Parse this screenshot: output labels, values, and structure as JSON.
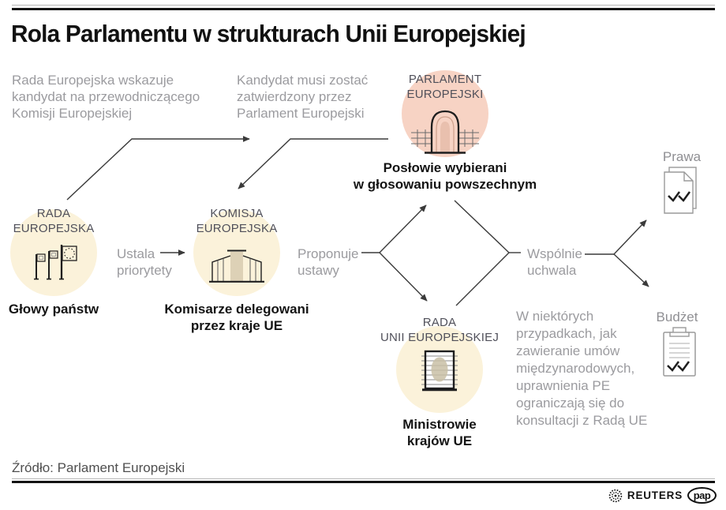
{
  "title": "Rola Parlamentu w strukturach Unii Europejskiej",
  "colors": {
    "parliament_circle": "#f7d3c4",
    "council_circles": "#fbf2da",
    "annotation_gray": "#9b9b9f",
    "label_gray": "#50505a",
    "caption_black": "#141414",
    "arrow": "#3a3a3a"
  },
  "annotations": {
    "council_nominates": "Rada Europejska wskazuje\nkandydat na przewodniczącego\nKomisji Europejskiej",
    "candidate_approved": "Kandydat musi zostać\nzatwierdzony przez\nParlament Europejski",
    "consultation_note": "W niektórych\nprzypadkach, jak\nzawieranie umów\nmiędzynarodowych,\nuprawnienia PE\nograniczają się do\nkonsultacji z Radą UE"
  },
  "nodes": {
    "parliament": {
      "label": "PARLAMENT\nEUROPEJSKI",
      "caption": "Posłowie wybierani\nw głosowaniu powszechnym",
      "icon": "parliament-building-icon"
    },
    "european_council": {
      "label": "RADA\nEUROPEJSKA",
      "caption": "Głowy państw",
      "icon": "flags-icon"
    },
    "commission": {
      "label": "KOMISJA\nEUROPEJSKA",
      "caption": "Komisarze delegowani\nprzez kraje UE",
      "icon": "commission-building-icon"
    },
    "eu_council": {
      "label": "RADA\nUNII EUROPEJSKIEJ",
      "caption": "Ministrowie\nkrajów UE",
      "icon": "council-building-icon"
    }
  },
  "edges": {
    "sets_priorities": "Ustala\npriorytety",
    "proposes_laws": "Proponuje\nustawy",
    "jointly_adopts": "Wspólnie\nuchwala"
  },
  "outputs": {
    "laws": {
      "label": "Prawa",
      "icon": "documents-check-icon"
    },
    "budget": {
      "label": "Budżet",
      "icon": "clipboard-check-icon"
    }
  },
  "source": "Źródło: Parlament Europejski",
  "footer": {
    "reuters": "REUTERS",
    "pap": "pap"
  }
}
